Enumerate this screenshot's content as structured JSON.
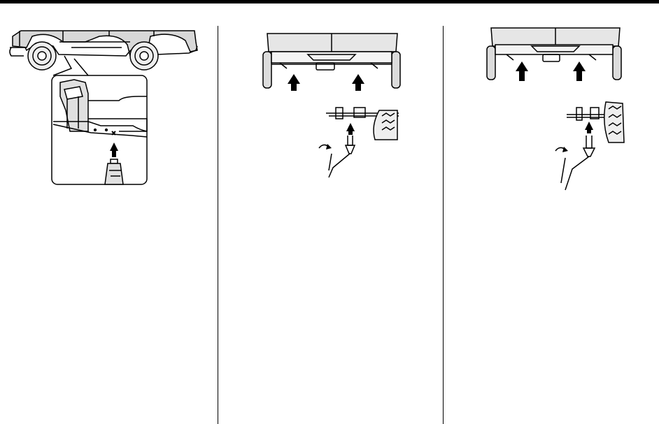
{
  "page": {
    "columns": [
      {
        "figure": "vehicle-side-jack-point"
      },
      {
        "figure": "rear-axle-jack-points-a"
      },
      {
        "figure": "rear-axle-jack-points-b"
      }
    ]
  },
  "colors": {
    "ink": "#000000",
    "paper": "#ffffff",
    "shade": "#bdbdbd"
  }
}
